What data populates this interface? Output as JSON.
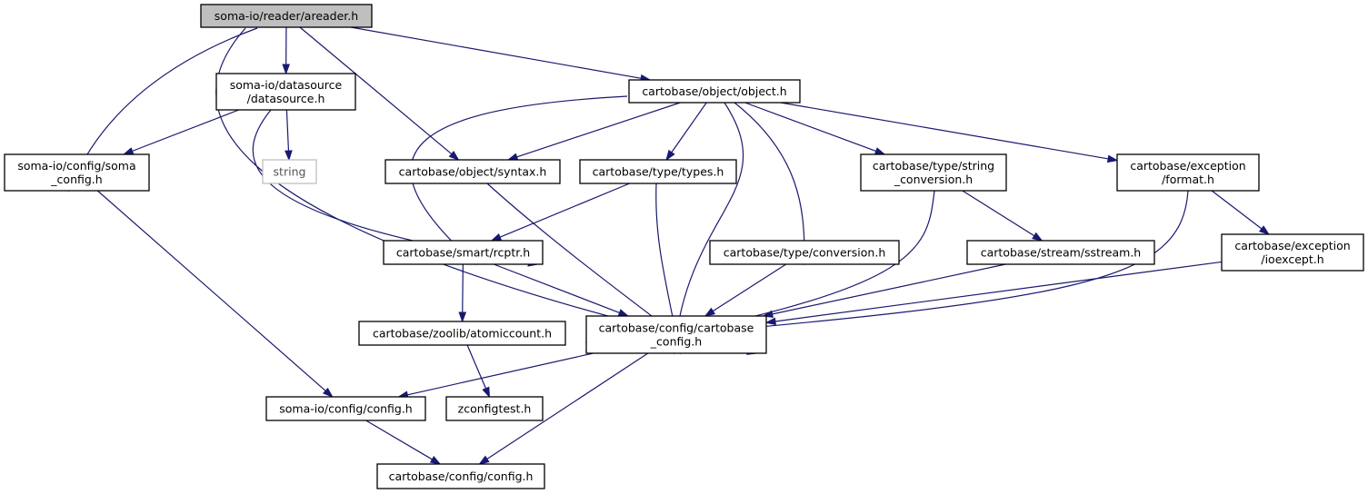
{
  "diagram": {
    "type": "include-dependency-graph",
    "colors": {
      "edge": "#191970",
      "root_fill": "#bfbfbf",
      "missing_border": "#bfbfbf"
    },
    "nodes": [
      {
        "id": "areader",
        "lines": [
          "soma-io/reader/areader.h"
        ],
        "kind": "root"
      },
      {
        "id": "datasource",
        "lines": [
          "soma-io/datasource",
          "/datasource.h"
        ],
        "kind": "file"
      },
      {
        "id": "object",
        "lines": [
          "cartobase/object/object.h"
        ],
        "kind": "file"
      },
      {
        "id": "soma_config",
        "lines": [
          "soma-io/config/soma",
          "_config.h"
        ],
        "kind": "file"
      },
      {
        "id": "string",
        "lines": [
          "string"
        ],
        "kind": "missing"
      },
      {
        "id": "syntax",
        "lines": [
          "cartobase/object/syntax.h"
        ],
        "kind": "file"
      },
      {
        "id": "types",
        "lines": [
          "cartobase/type/types.h"
        ],
        "kind": "file"
      },
      {
        "id": "string_conversion",
        "lines": [
          "cartobase/type/string",
          "_conversion.h"
        ],
        "kind": "file"
      },
      {
        "id": "format",
        "lines": [
          "cartobase/exception",
          "/format.h"
        ],
        "kind": "file"
      },
      {
        "id": "rcptr",
        "lines": [
          "cartobase/smart/rcptr.h"
        ],
        "kind": "file"
      },
      {
        "id": "conversion",
        "lines": [
          "cartobase/type/conversion.h"
        ],
        "kind": "file"
      },
      {
        "id": "sstream",
        "lines": [
          "cartobase/stream/sstream.h"
        ],
        "kind": "file"
      },
      {
        "id": "ioexcept",
        "lines": [
          "cartobase/exception",
          "/ioexcept.h"
        ],
        "kind": "file"
      },
      {
        "id": "atomiccount",
        "lines": [
          "cartobase/zoolib/atomiccount.h"
        ],
        "kind": "file"
      },
      {
        "id": "cartobase_config",
        "lines": [
          "cartobase/config/cartobase",
          "_config.h"
        ],
        "kind": "file"
      },
      {
        "id": "config",
        "lines": [
          "soma-io/config/config.h"
        ],
        "kind": "file"
      },
      {
        "id": "zconfigtest",
        "lines": [
          "zconfigtest.h"
        ],
        "kind": "file"
      },
      {
        "id": "cb_config",
        "lines": [
          "cartobase/config/config.h"
        ],
        "kind": "file"
      }
    ],
    "edges": [
      [
        "areader",
        "datasource"
      ],
      [
        "areader",
        "object"
      ],
      [
        "areader",
        "soma_config"
      ],
      [
        "areader",
        "syntax"
      ],
      [
        "areader",
        "cartobase_config"
      ],
      [
        "datasource",
        "soma_config"
      ],
      [
        "datasource",
        "string"
      ],
      [
        "datasource",
        "rcptr"
      ],
      [
        "object",
        "syntax"
      ],
      [
        "object",
        "types"
      ],
      [
        "object",
        "string_conversion"
      ],
      [
        "object",
        "format"
      ],
      [
        "object",
        "rcptr"
      ],
      [
        "object",
        "conversion"
      ],
      [
        "object",
        "cartobase_config"
      ],
      [
        "soma_config",
        "config"
      ],
      [
        "syntax",
        "cartobase_config"
      ],
      [
        "types",
        "rcptr"
      ],
      [
        "types",
        "cartobase_config"
      ],
      [
        "string_conversion",
        "sstream"
      ],
      [
        "string_conversion",
        "cartobase_config"
      ],
      [
        "format",
        "ioexcept"
      ],
      [
        "format",
        "cartobase_config"
      ],
      [
        "rcptr",
        "atomiccount"
      ],
      [
        "rcptr",
        "cartobase_config"
      ],
      [
        "conversion",
        "cartobase_config"
      ],
      [
        "sstream",
        "cartobase_config"
      ],
      [
        "ioexcept",
        "cartobase_config"
      ],
      [
        "atomiccount",
        "zconfigtest"
      ],
      [
        "cartobase_config",
        "config"
      ],
      [
        "cartobase_config",
        "cb_config"
      ],
      [
        "config",
        "cb_config"
      ]
    ]
  }
}
